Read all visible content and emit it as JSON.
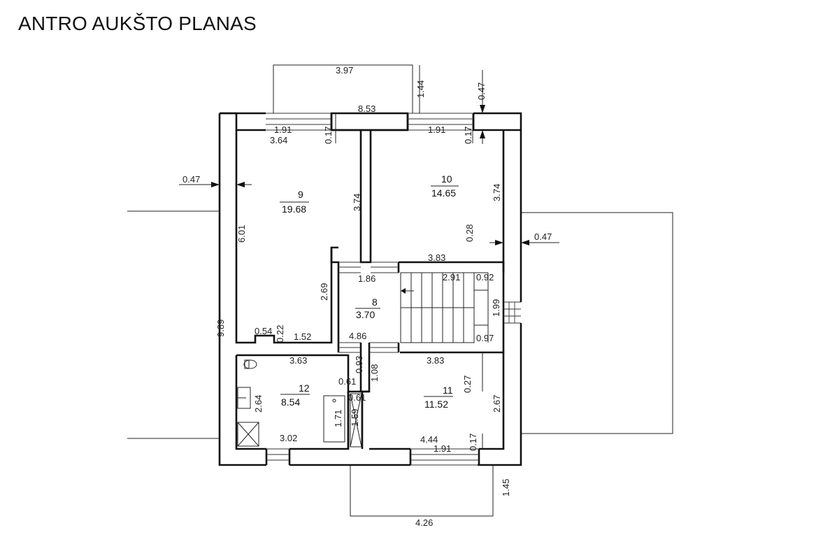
{
  "title": "ANTRO AUKŠTO PLANAS",
  "rooms": [
    {
      "number": "9",
      "area": "19.68"
    },
    {
      "number": "10",
      "area": "14.65"
    },
    {
      "number": "8",
      "area": "3.70"
    },
    {
      "number": "12",
      "area": "8.54"
    },
    {
      "number": "11",
      "area": "11.52"
    }
  ],
  "dimensions": {
    "d397": "3.97",
    "d144": "1.44",
    "d047a": "0.47",
    "d853": "8.53",
    "d191a": "1.91",
    "d364": "3.64",
    "d017a": "0.17",
    "d191b": "1.91",
    "d017b": "0.17",
    "d047b": "0.47",
    "d374a": "3.74",
    "d374b": "3.74",
    "d601": "6.01",
    "d028": "0.28",
    "d047c": "0.47",
    "d383a": "3.83",
    "d989": "9.89",
    "d186": "1.86",
    "d291": "2.91",
    "d092": "0.92",
    "d269": "2.69",
    "d199": "1.99",
    "d054": "0.54",
    "d022": "0.22",
    "d152": "1.52",
    "d486": "4.86",
    "d097": "0.97",
    "d363": "3.63",
    "d093": "0.93",
    "d108": "1.08",
    "d383b": "3.83",
    "d061a": "0.61",
    "d027": "0.27",
    "d264": "2.64",
    "d061b": "0.61",
    "d267": "2.67",
    "d171": "1.71",
    "d159": "1.59",
    "d302": "3.02",
    "d444": "4.44",
    "d191c": "1.91",
    "d017c": "0.17",
    "d145": "1.45",
    "d426": "4.26"
  }
}
